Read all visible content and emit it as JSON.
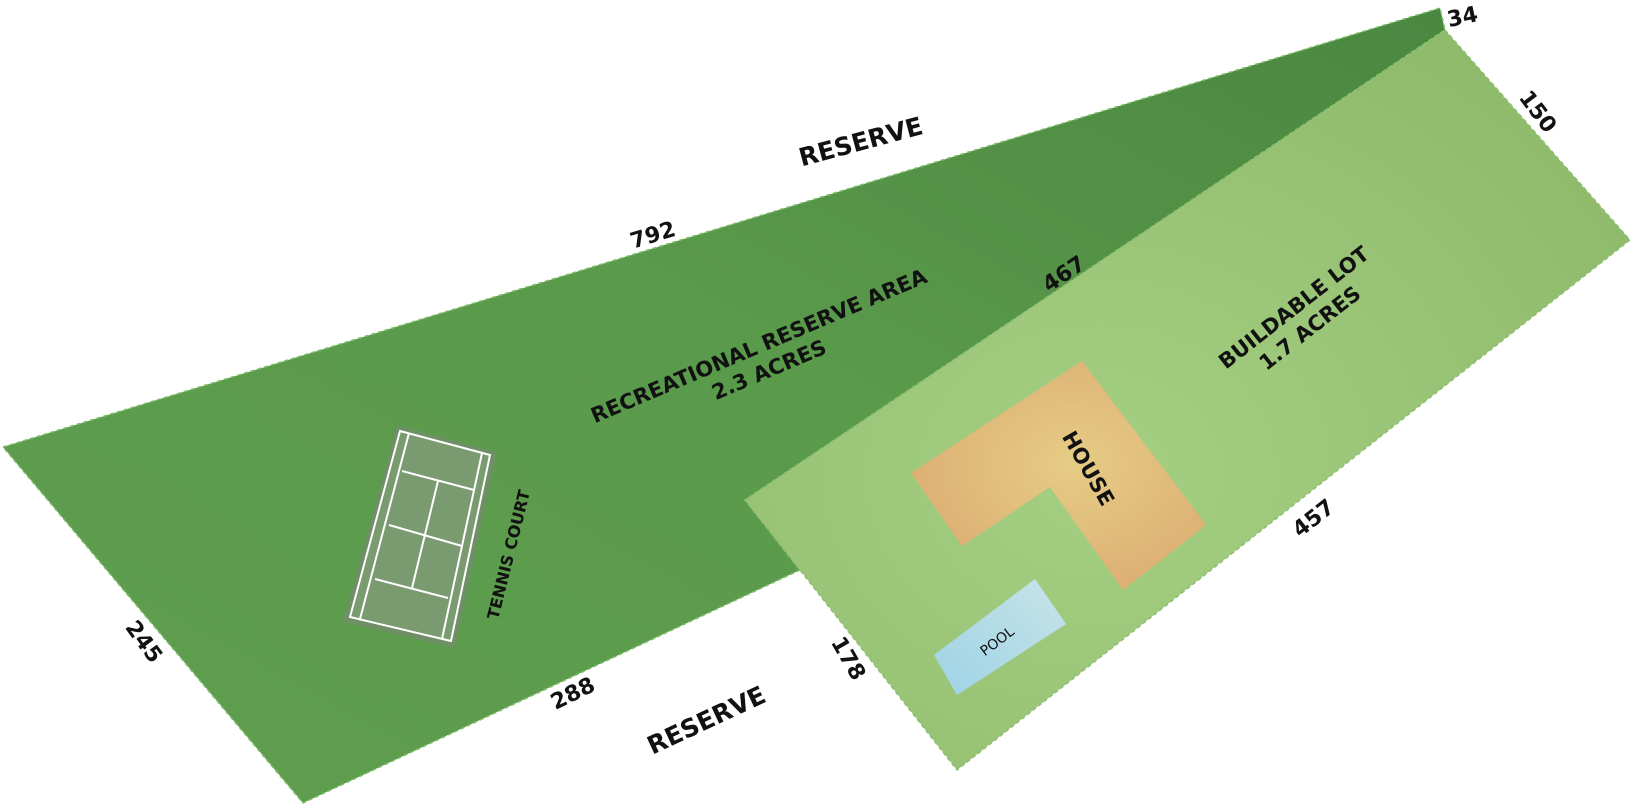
{
  "colors": {
    "reserve_area": "#5f9e4f",
    "reserve_dark": "#4a8740",
    "buildable_lot": "#9cc67a",
    "house": "#e2bb7a",
    "pool": "#a9d6e6",
    "court": "#6f8f66"
  },
  "labels": {
    "reserve_top": "RESERVE",
    "reserve_bottom": "RESERVE",
    "recreational_line1": "RECREATIONAL RESERVE AREA",
    "recreational_line2": "2.3 ACRES",
    "buildable_line1": "BUILDABLE LOT",
    "buildable_line2": "1.7 ACRES",
    "house": "HOUSE",
    "pool": "POOL",
    "tennis_court": "TENNIS COURT"
  },
  "dimensions": {
    "d792": "792",
    "d467": "467",
    "d34": "34",
    "d150": "150",
    "d457": "457",
    "d178": "178",
    "d288": "288",
    "d245": "245"
  }
}
